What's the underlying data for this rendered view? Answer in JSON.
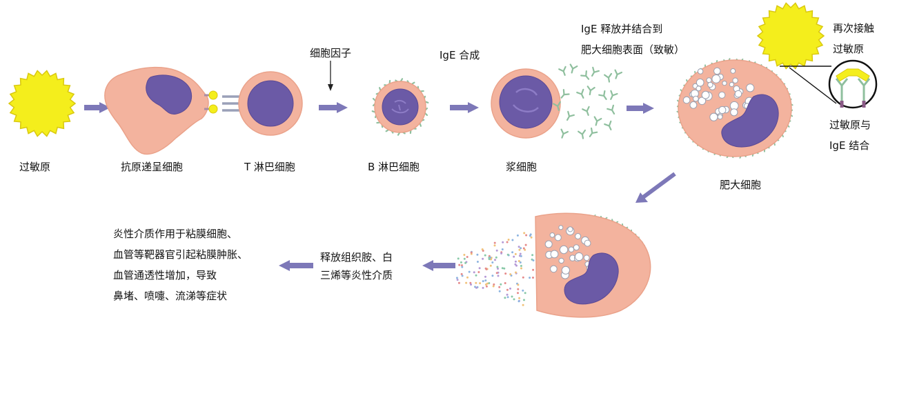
{
  "stages": {
    "allergen": "过敏原",
    "apc": "抗原递呈细胞",
    "t_cell": "T 淋巴细胞",
    "b_cell": "B 淋巴细胞",
    "plasma_cell": "浆细胞",
    "mast_cell": "肥大细胞"
  },
  "annotations": {
    "cytokine": "细胞因子",
    "ige_synthesis": "IgE 合成",
    "ige_release": [
      "IgE 释放并结合到",
      "肥大细胞表面（致敏）"
    ],
    "re_contact": [
      "再次接触",
      "过敏原"
    ],
    "binding": [
      "过敏原与",
      "IgE 结合"
    ],
    "mediator_release": [
      "释放组织胺、白",
      "三烯等炎性介质"
    ],
    "effects": [
      "炎性介质作用于粘膜细胞、",
      "血管等靶器官引起粘膜肿胀、",
      "血管通透性增加，导致",
      "鼻堵、喷嚏、流涕等症状"
    ]
  },
  "colors": {
    "allergen": "#f4ee1c",
    "cell_body": "#f3b39e",
    "nucleus": "#6b5aa6",
    "arrow": "#7d78b8",
    "antibody": "#8fbf9e"
  }
}
